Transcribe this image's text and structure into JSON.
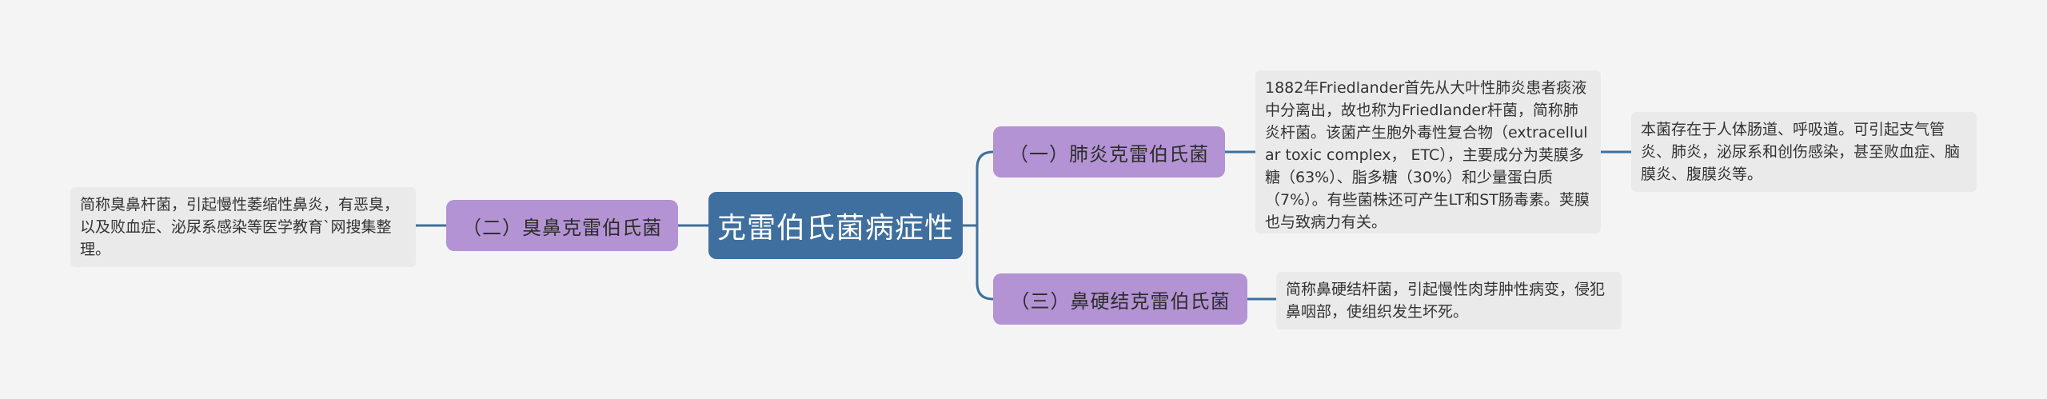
{
  "mindmap": {
    "root": {
      "label": "克雷伯氏菌病症性"
    },
    "branches": {
      "pneumonia": {
        "label": "（一）肺炎克雷伯氏菌",
        "detail": "1882年Friedlander首先从大叶性肺炎患者痰液中分离出，故也称为Friedlander杆菌，简称肺炎杆菌。该菌产生胞外毒性复合物（extracellular toxic complex， ETC），主要成分为荚膜多糖（63%）、脂多糖（30%）和少量蛋白质（7%）。有些菌株还可产生LT和ST肠毒素。荚膜也与致病力有关。",
        "sub_detail": "本菌存在于人体肠道、呼吸道。可引起支气管炎、肺炎，泌尿系和创伤感染，甚至败血症、脑膜炎、腹膜炎等。"
      },
      "ozaenae": {
        "label": "（二）臭鼻克雷伯氏菌",
        "detail": "简称臭鼻杆菌，引起慢性萎缩性鼻炎，有恶臭，以及败血症、泌尿系感染等医学教育`网搜集整理。"
      },
      "rhinoscleromatis": {
        "label": "（三）鼻硬结克雷伯氏菌",
        "detail": "简称鼻硬结杆菌，引起慢性肉芽肿性病变，侵犯鼻咽部，使组织发生坏死。"
      }
    }
  },
  "colors": {
    "background": "#f4f4f4",
    "root_fill": "#3e6f9e",
    "branch_fill": "#b393d3",
    "leaf_fill": "#eaeaea",
    "connector": "#3e6f9e"
  }
}
